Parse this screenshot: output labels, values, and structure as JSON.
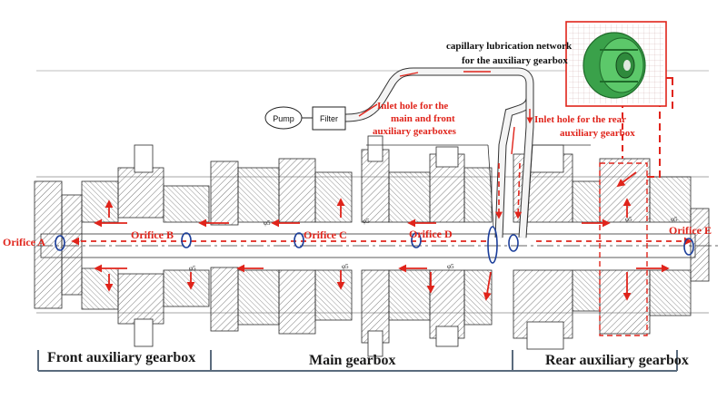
{
  "diagram": {
    "pump_label": "Pump",
    "filter_label": "Filter",
    "capillary_label_line1": "capillary lubrication network",
    "capillary_label_line2": "for the auxiliary gearbox",
    "inlet_main_line1": "Inlet hole for the",
    "inlet_main_line2": "main and front",
    "inlet_main_line3": "auxiliary gearboxes",
    "inlet_rear_line1": "Inlet hole for the rear",
    "inlet_rear_line2": "auxiliary gearbox",
    "orifices": [
      "Orifice A",
      "Orifice B",
      "Orifice C",
      "Orifice D",
      "Orifice E"
    ],
    "dimension_mark": "φ5",
    "sections": [
      "Front auxiliary gearbox",
      "Main gearbox",
      "Rear auxiliary gearbox"
    ]
  },
  "colors": {
    "flow_red": "#e0241b",
    "section_line": "#5a6b7d",
    "drawing_line": "#2a2a2a",
    "part_green": "#3aa14a",
    "pipe_fill": "#f4f4f4"
  }
}
